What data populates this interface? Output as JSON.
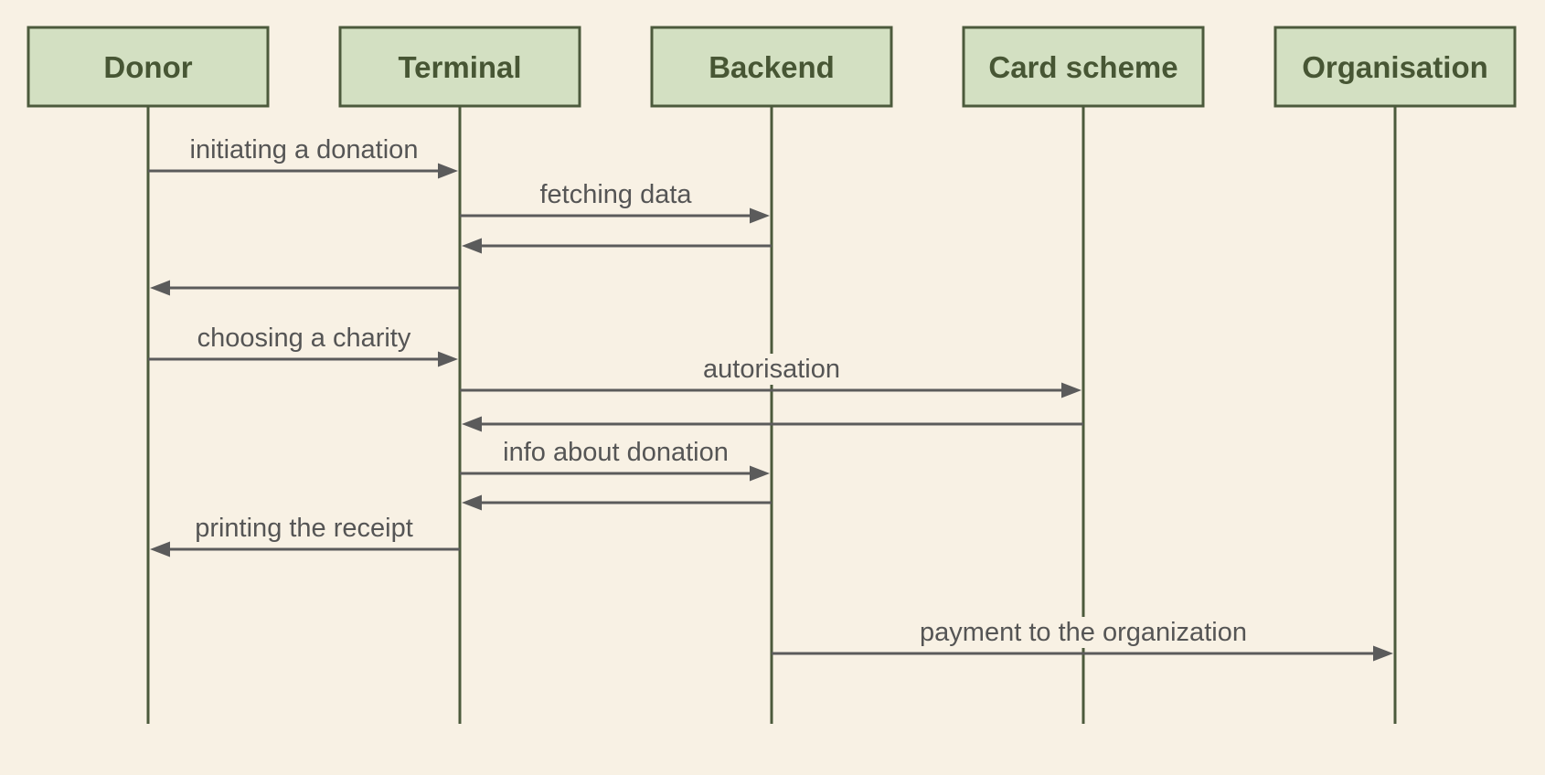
{
  "actors": [
    {
      "id": "donor",
      "label": "Donor"
    },
    {
      "id": "terminal",
      "label": "Terminal"
    },
    {
      "id": "backend",
      "label": "Backend"
    },
    {
      "id": "cardscheme",
      "label": "Card scheme"
    },
    {
      "id": "organisation",
      "label": "Organisation"
    }
  ],
  "messages": [
    {
      "from": "donor",
      "to": "terminal",
      "label": "initiating a donation"
    },
    {
      "from": "terminal",
      "to": "backend",
      "label": "fetching data"
    },
    {
      "from": "backend",
      "to": "terminal",
      "label": ""
    },
    {
      "from": "terminal",
      "to": "donor",
      "label": ""
    },
    {
      "from": "donor",
      "to": "terminal",
      "label": "choosing a charity"
    },
    {
      "from": "terminal",
      "to": "cardscheme",
      "label": "autorisation"
    },
    {
      "from": "cardscheme",
      "to": "terminal",
      "label": ""
    },
    {
      "from": "terminal",
      "to": "backend",
      "label": "info about donation"
    },
    {
      "from": "backend",
      "to": "terminal",
      "label": ""
    },
    {
      "from": "terminal",
      "to": "donor",
      "label": "printing the receipt"
    },
    {
      "from": "backend",
      "to": "organisation",
      "label": "payment to the organization"
    }
  ],
  "colors": {
    "background": "#f8f1e4",
    "actor_fill": "#d3e0c2",
    "actor_stroke": "#4c5a3c",
    "actor_text": "#475634",
    "message": "#5b5b5b",
    "message_text": "#555555"
  }
}
